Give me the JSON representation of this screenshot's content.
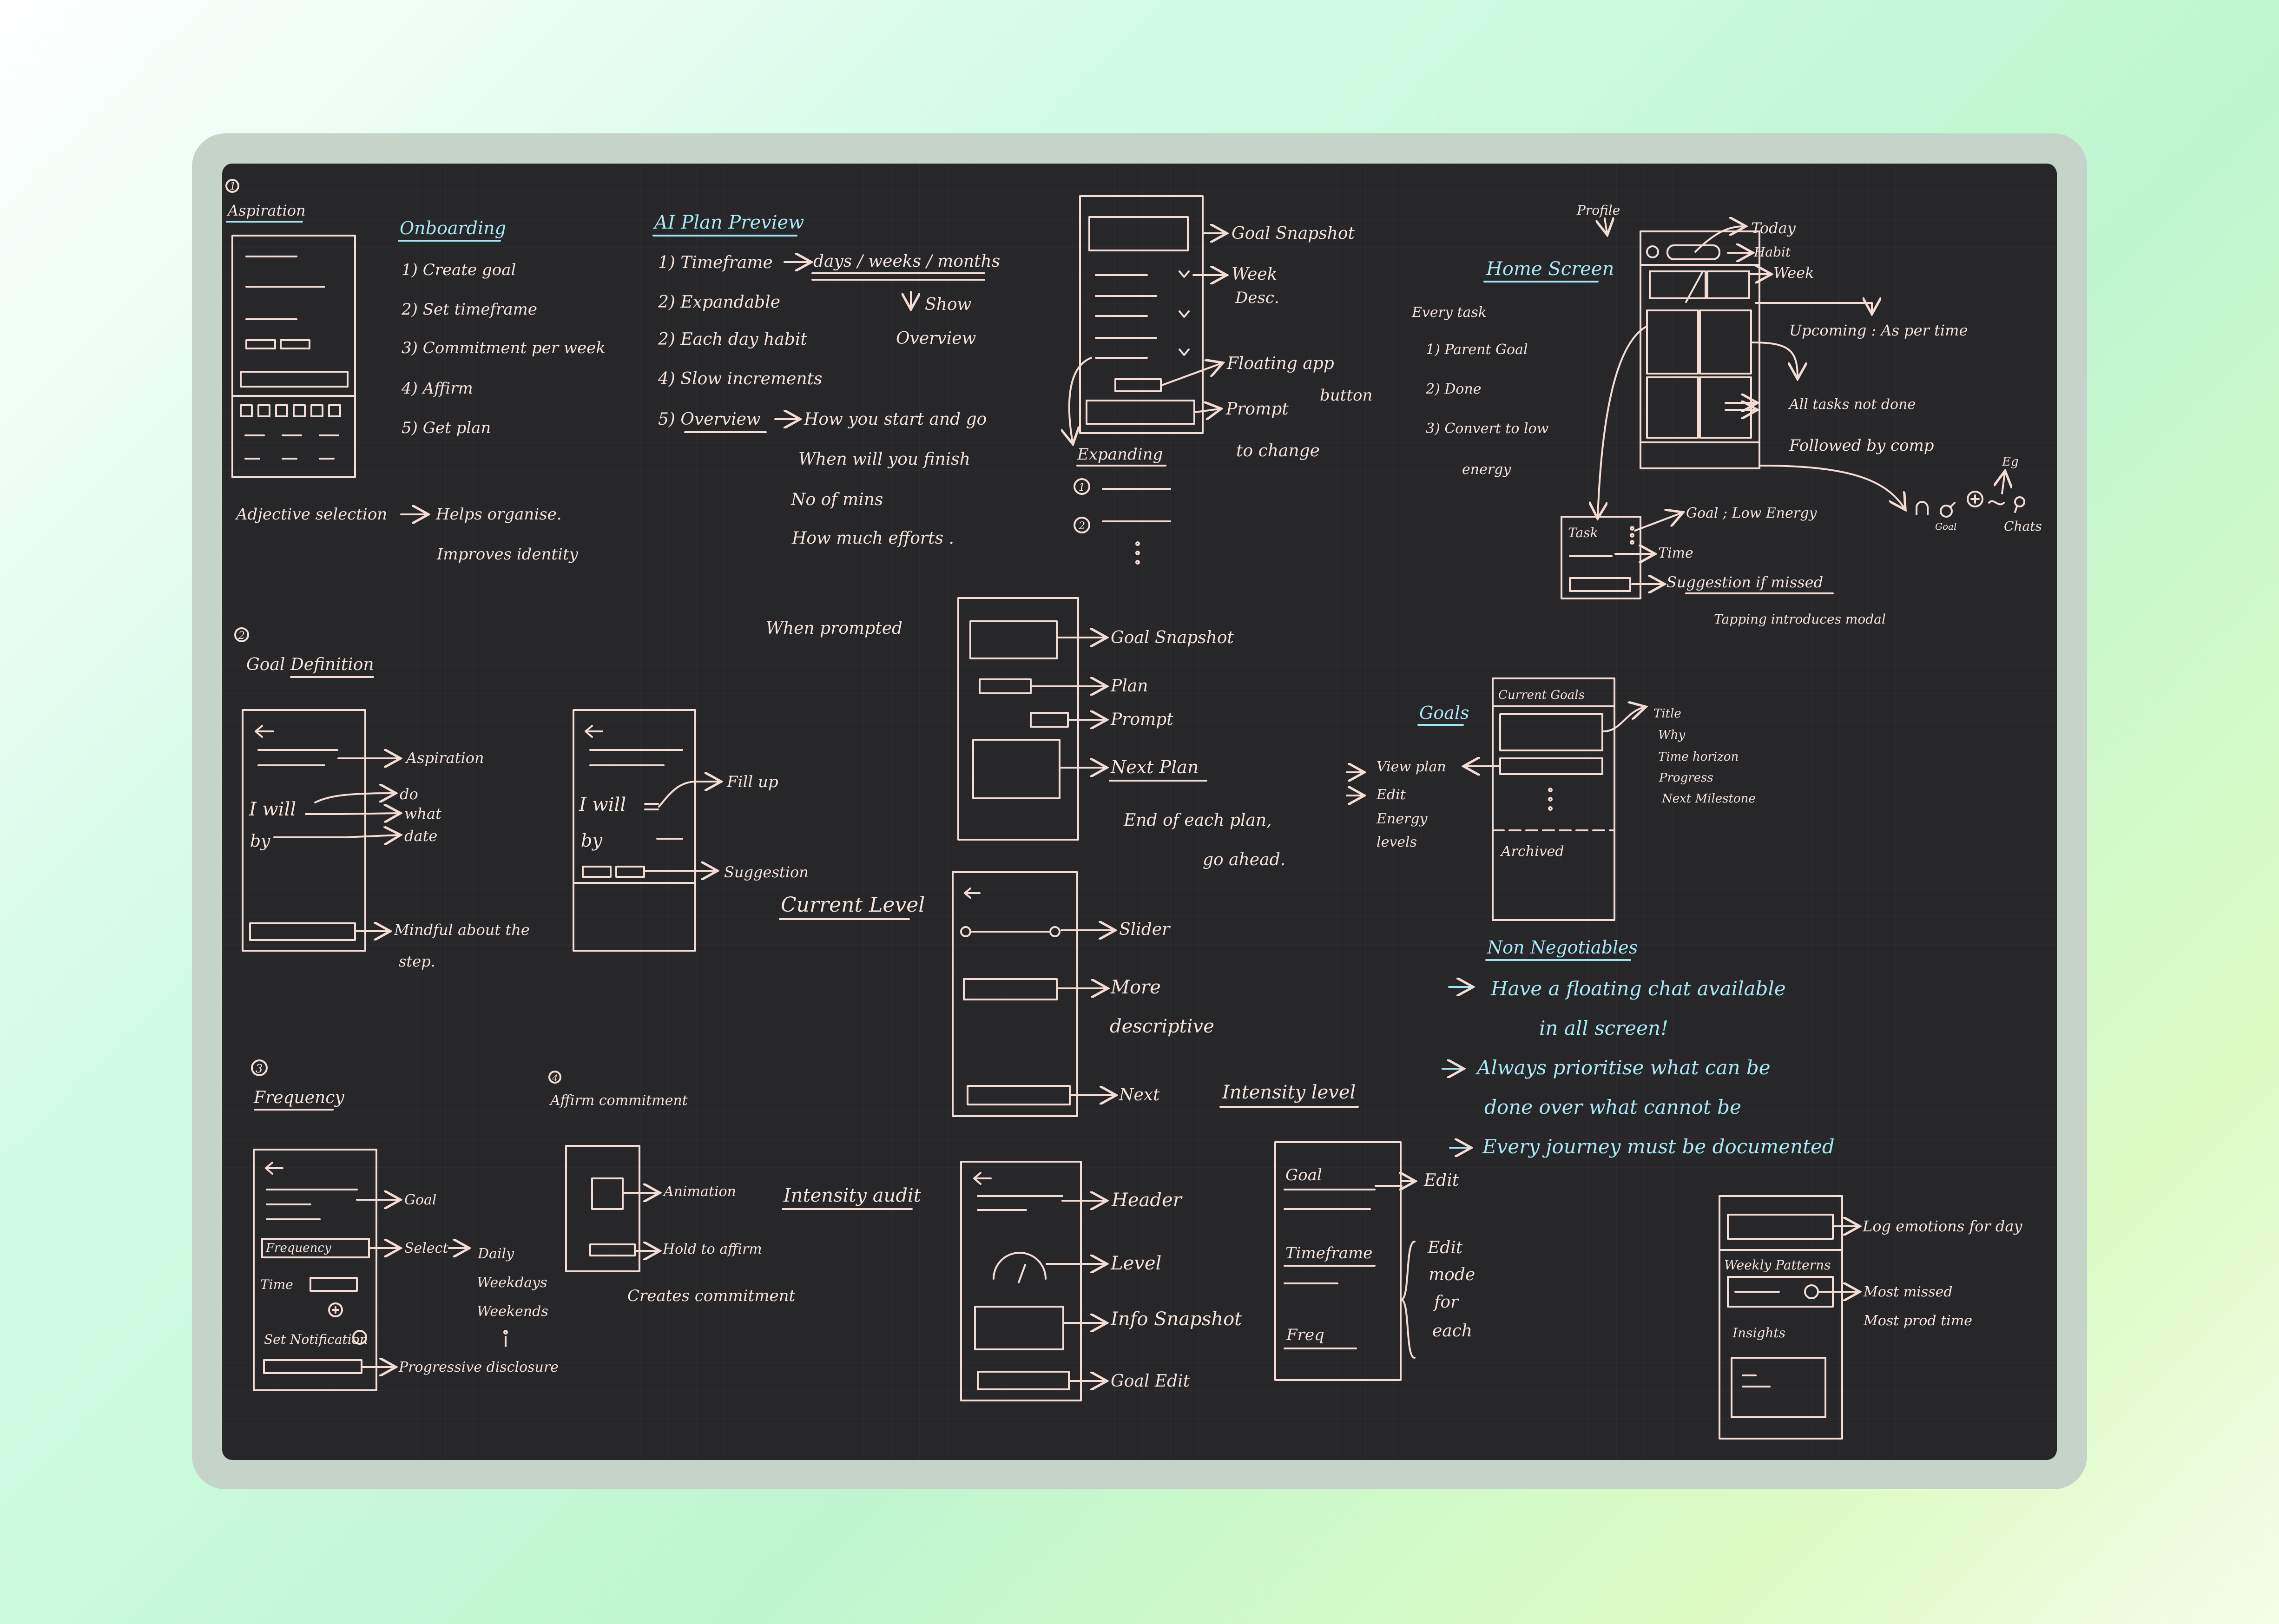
{
  "colors": {
    "board": "#272629",
    "ink": "#f2dcd4",
    "accent": "#9ee4f2",
    "frame": "#c5d3c8"
  },
  "s1": {
    "num": "1",
    "title": "Aspiration",
    "onboarding_title": "Onboarding",
    "onboarding_steps": [
      "1) Create goal",
      "2) Set timeframe",
      "3) Commitment per week",
      "4) Affirm",
      "5) Get plan"
    ],
    "adj_left": "Adjective selection",
    "adj_r1": "Helps organise.",
    "adj_r2": "Improves identity"
  },
  "ai": {
    "title": "AI Plan Preview",
    "l1": "1) Timeframe",
    "l1v": "days / weeks / months",
    "show": "Show",
    "overview": "Overview",
    "l2": "2) Expandable",
    "l3": "2) Each day habit",
    "l4": "4) Slow increments",
    "l5": "5) Overview",
    "l5v": "How you start and go",
    "l6": "When will you finish",
    "l7": "No of mins",
    "l8": "How much efforts ."
  },
  "top_sc": {
    "goal": "Goal Snapshot",
    "week": "Week",
    "desc": "Desc.",
    "floating": "Floating app",
    "button": "button",
    "prompt": "Prompt",
    "change": "to change",
    "expanding": "Expanding",
    "e1": "1",
    "e2": "2"
  },
  "home": {
    "title": "Home Screen",
    "profile": "Profile",
    "today": "Today",
    "habit": "Habit",
    "week": "Week",
    "upcoming": "Upcoming : As per time",
    "alltasks": "All tasks not done",
    "followed": "Followed by comp",
    "every": "Every task",
    "i1": "1) Parent Goal",
    "i2": "2) Done",
    "i3": "3) Convert to low",
    "i3b": "energy",
    "task": "Task",
    "goal_low": "Goal ; Low Energy",
    "time": "Time",
    "suggestion": "Suggestion if missed",
    "tapping": "Tapping introduces modal",
    "goal_lbl": "Goal",
    "chats": "Chats",
    "eg": "Eg"
  },
  "mid": {
    "prompted": "When prompted",
    "goal": "Goal Snapshot",
    "plan": "Plan",
    "prompt": "Prompt",
    "next_plan": "Next Plan",
    "end1": "End of each plan,",
    "end2": "go ahead."
  },
  "cl": {
    "title": "Current Level",
    "slider": "Slider",
    "more": "More",
    "descriptive": "descriptive",
    "next": "Next"
  },
  "goals": {
    "title": "Goals",
    "current": "Current Goals",
    "archived": "Archived",
    "fields": [
      "Title",
      "Why",
      "Time horizon",
      "Progress",
      "Next Milestone"
    ],
    "left": [
      "View plan",
      "Edit",
      "Energy",
      "levels"
    ]
  },
  "nn": {
    "title": "Non Negotiables",
    "a1": "Have a floating chat available",
    "a1b": "in all screen!",
    "a2": "Always prioritise what can be",
    "a2b": "done over what cannot be",
    "a3": "Every journey must be documented"
  },
  "s2": {
    "num": "2",
    "title": "Goal Definition",
    "iwill": "I will",
    "by": "by",
    "aspiration": "Aspiration",
    "do": "do",
    "what": "what",
    "date": "date",
    "mindful": "Mindful about the",
    "step": "step.",
    "fillup": "Fill up",
    "suggestion": "Suggestion"
  },
  "s3": {
    "num": "3",
    "title": "Frequency",
    "goal": "Goal",
    "freq": "Frequency",
    "select": "Select",
    "opts": [
      "Daily",
      "Weekdays",
      "Weekends"
    ],
    "time": "Time",
    "notif": "Set Notification",
    "prog": "Progressive disclosure"
  },
  "s4": {
    "num": "4",
    "title": "Affirm commitment",
    "animation": "Animation",
    "hold": "Hold to affirm",
    "creates": "Creates commitment"
  },
  "ia": {
    "title": "Intensity audit",
    "header": "Header",
    "level": "Level",
    "info": "Info Snapshot",
    "goal_edit": "Goal Edit"
  },
  "il": {
    "title": "Intensity level",
    "goal": "Goal",
    "timeframe": "Timeframe",
    "freq": "Freq",
    "edit": "Edit",
    "mode1": "Edit",
    "mode2": "mode",
    "mode3": "for",
    "mode4": "each"
  },
  "emo": {
    "log": "Log emotions for day",
    "weekly": "Weekly Patterns",
    "insights": "Insights",
    "most_missed": "Most missed",
    "most_prod": "Most prod time"
  }
}
